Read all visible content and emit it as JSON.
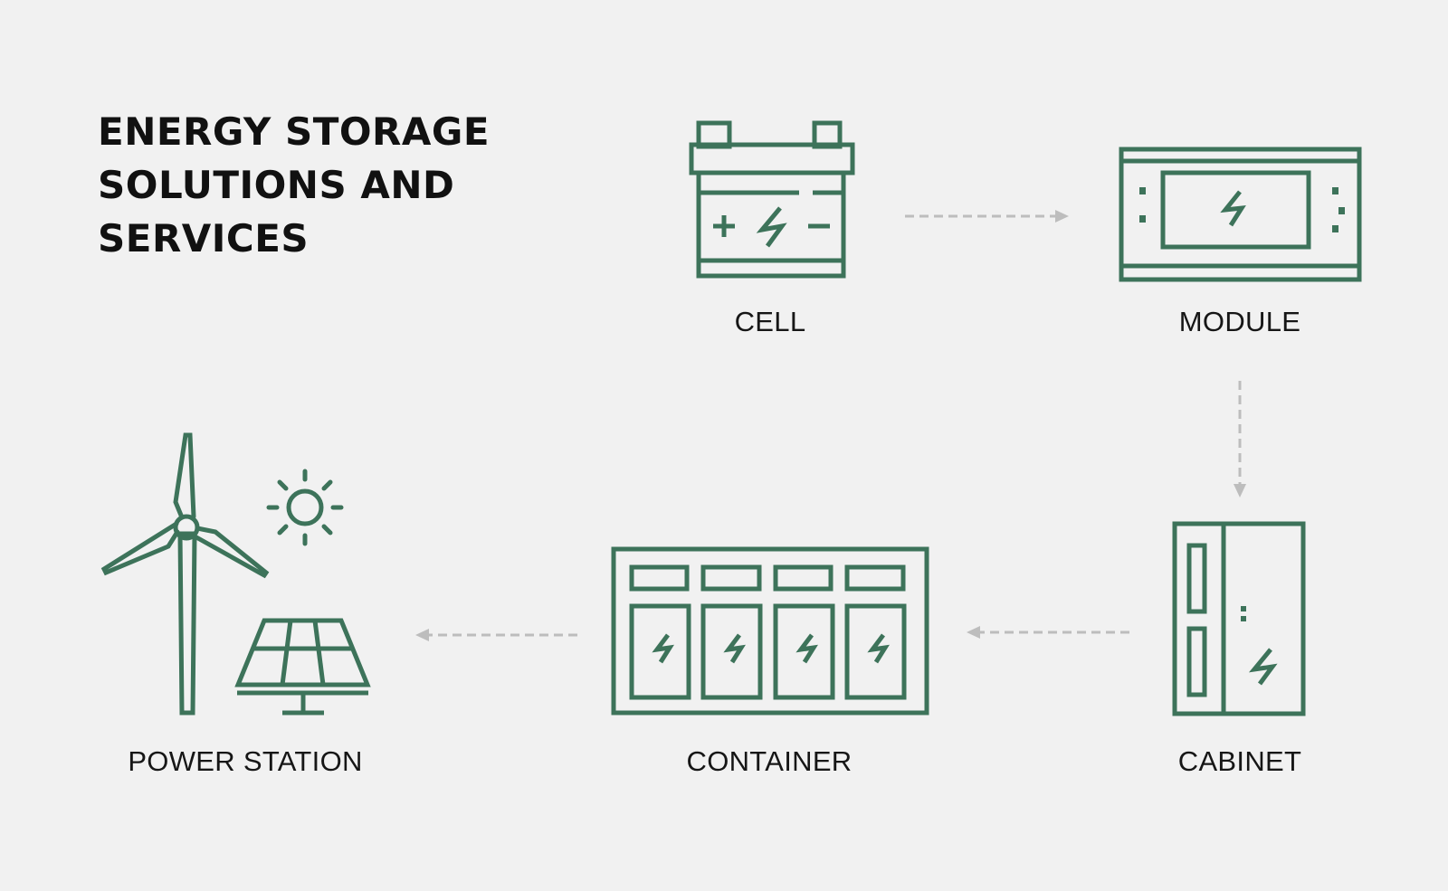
{
  "title": {
    "lines": [
      "ENERGY STORAGE",
      "SOLUTIONS AND",
      "SERVICES"
    ]
  },
  "nodes": {
    "cell": {
      "label": "CELL",
      "icon": "battery-cell-icon"
    },
    "module": {
      "label": "MODULE",
      "icon": "battery-module-icon"
    },
    "cabinet": {
      "label": "CABINET",
      "icon": "battery-cabinet-icon"
    },
    "container": {
      "label": "CONTAINER",
      "icon": "battery-container-icon"
    },
    "power_station": {
      "label": "POWER STATION",
      "icon": "wind-solar-power-station-icon"
    }
  },
  "flow": [
    "cell",
    "module",
    "cabinet",
    "container",
    "power_station"
  ],
  "colors": {
    "icon_stroke": "#3d735a",
    "arrow": "#bdbdbd",
    "background": "#f1f1f1",
    "text": "#111111"
  }
}
